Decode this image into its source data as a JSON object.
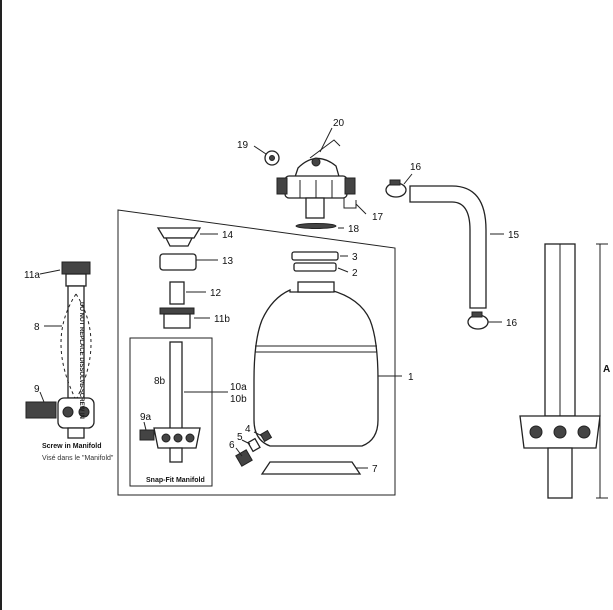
{
  "labels": {
    "p1": "1",
    "p2": "2",
    "p3": "3",
    "p4": "4",
    "p5": "5",
    "p6": "6",
    "p7": "7",
    "p8": "8",
    "p8b": "8b",
    "p9": "9",
    "p9a": "9a",
    "p10a": "10a",
    "p10b": "10b",
    "p11a": "11a",
    "p11b": "11b",
    "p12": "12",
    "p13": "13",
    "p14": "14",
    "p15": "15",
    "p16a": "16",
    "p16b": "16",
    "p17": "17",
    "p18": "18",
    "p19": "19",
    "p20": "20",
    "dimA": "A"
  },
  "captions": {
    "screw_in": "Screw in Manifold",
    "screw_in_fr": "Visé dans le \"Manifold\"",
    "snap_fit": "Snap-Fit Manifold"
  },
  "pipe_text": "DO NOT REPLACE  DISSOLVE  SCREW IN"
}
